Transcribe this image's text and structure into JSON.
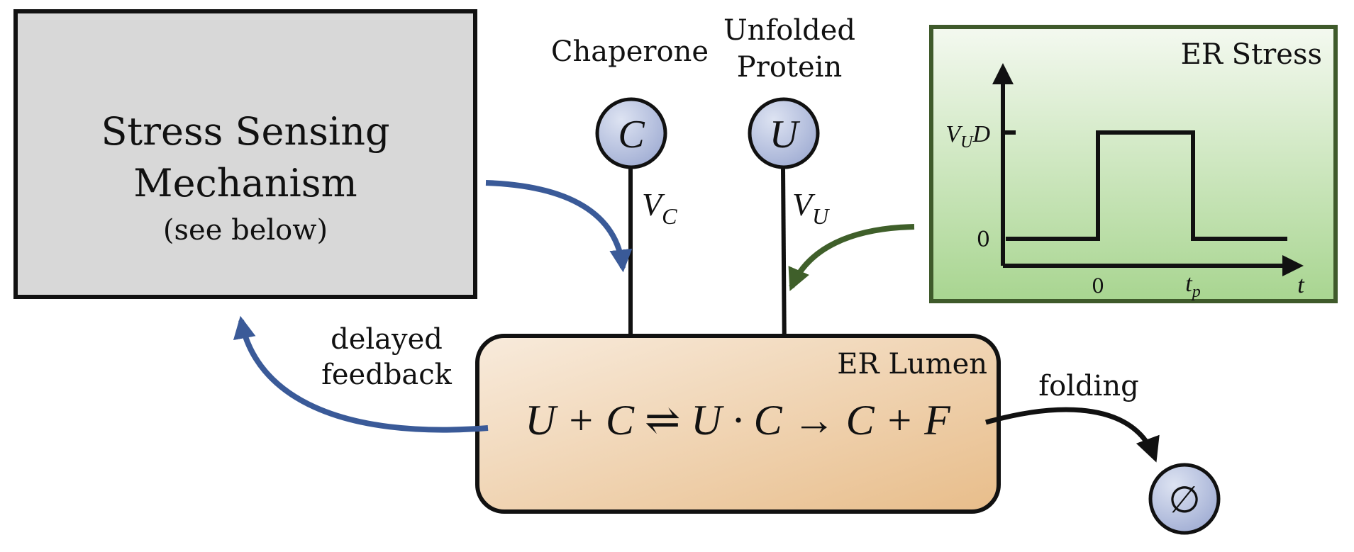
{
  "sensing_box": {
    "title_line1": "Stress Sensing",
    "title_line2": "Mechanism",
    "subtitle": "(see below)"
  },
  "species": {
    "chaperone_label": "Chaperone",
    "chaperone_symbol": "C",
    "unfolded_label_line1": "Unfolded",
    "unfolded_label_line2": "Protein",
    "unfolded_symbol": "U",
    "null_symbol": "∅"
  },
  "rates": {
    "vc_main": "V",
    "vc_sub": "C",
    "vu_main": "V",
    "vu_sub": "U"
  },
  "lumen": {
    "title": "ER Lumen",
    "reaction": "U + C ⇌ U · C → C + F"
  },
  "labels": {
    "feedback_line1": "delayed",
    "feedback_line2": "feedback",
    "folding": "folding"
  },
  "stress_panel": {
    "title": "ER Stress",
    "y_tick_high": "V",
    "y_tick_high_sub": "U",
    "y_tick_high_tail": "D",
    "y_tick_low": "0",
    "x_tick_zero": "0",
    "x_tick_tp": "t",
    "x_tick_tp_sub": "p",
    "x_axis_label": "t"
  },
  "colors": {
    "sensing_fill": "#d8d8d8",
    "node_fill": "#b6c1de",
    "blue_arrow": "#3a5a98",
    "green_arrow": "#3f5f2a",
    "green_border": "#3f5a2b",
    "lumen_fill_light": "#f6e6d4",
    "lumen_fill_dark": "#e9c090"
  }
}
